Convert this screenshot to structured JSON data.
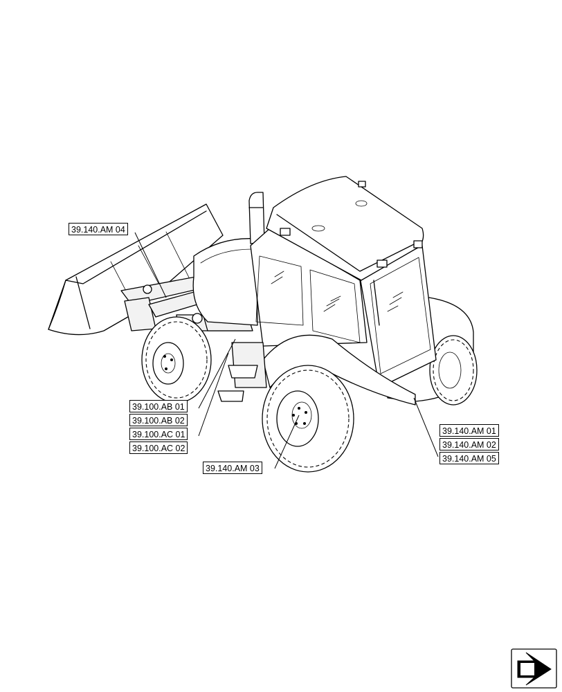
{
  "labels": {
    "am04": "39.140.AM 04",
    "ab01": "39.100.AB 01",
    "ab02": "39.100.AB 02",
    "ac01": "39.100.AC 01",
    "ac02": "39.100.AC 02",
    "am03": "39.140.AM 03",
    "am01": "39.140.AM 01",
    "am02": "39.140.AM 02",
    "am05": "39.140.AM 05"
  },
  "icons": {
    "nav": "next-page-arrow-icon"
  }
}
